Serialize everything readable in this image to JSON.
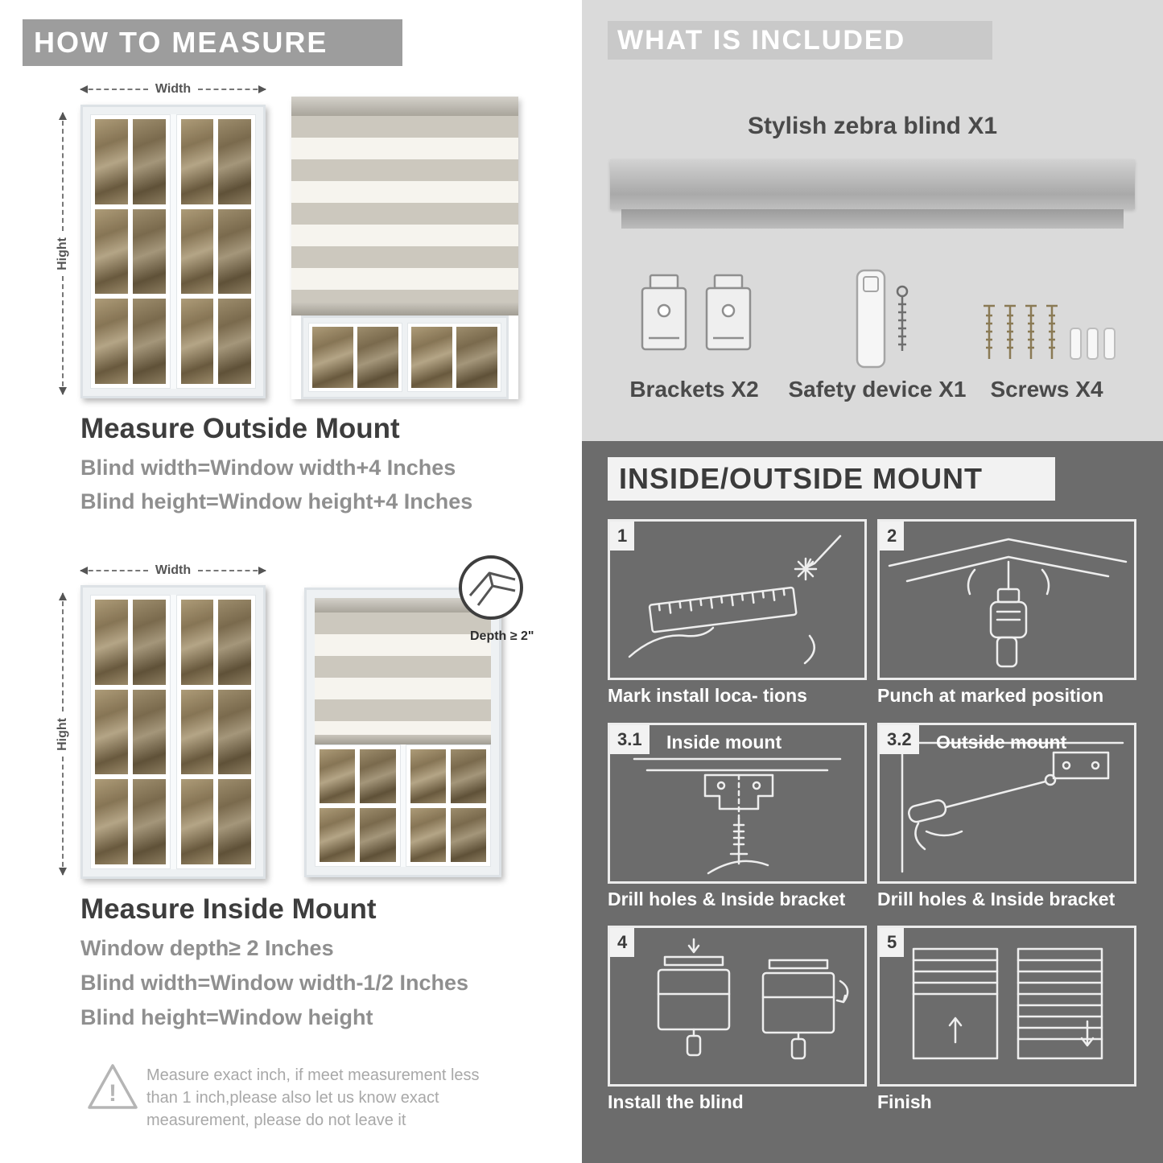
{
  "left": {
    "header": "HOW TO MEASURE",
    "outside": {
      "title": "Measure Outside Mount",
      "line1": "Blind width=Window width+4 Inches",
      "line2": "Blind height=Window height+4 Inches",
      "width_label": "Width",
      "height_label": "Hight"
    },
    "inside": {
      "title": "Measure Inside Mount",
      "line1": "Window depth≥ 2 Inches",
      "line2": "Blind width=Window width-1/2 Inches",
      "line3": "Blind height=Window height",
      "width_label": "Width",
      "height_label": "Hight",
      "depth_label": "Depth ≥ 2\""
    },
    "warning": {
      "line1": "Measure exact inch, if meet measurement less",
      "line2": "than 1 inch,please also let us know exact",
      "line3": "measurement, please do not leave it"
    }
  },
  "right": {
    "included": {
      "header": "WHAT IS INCLUDED",
      "blind_label": "Stylish zebra blind X1",
      "items": [
        {
          "label": "Brackets X2"
        },
        {
          "label": "Safety device X1"
        },
        {
          "label": "Screws X4"
        }
      ]
    },
    "mount": {
      "header": "INSIDE/OUTSIDE MOUNT",
      "steps": [
        {
          "num": "1",
          "title": "",
          "caption": "Mark install loca- tions"
        },
        {
          "num": "2",
          "title": "",
          "caption": "Punch at  marked position"
        },
        {
          "num": "3.1",
          "title": "Inside mount",
          "caption": "Drill holes &  Inside bracket"
        },
        {
          "num": "3.2",
          "title": "Outside mount",
          "caption": "Drill holes &  Inside bracket"
        },
        {
          "num": "4",
          "title": "",
          "caption": "Install the blind"
        },
        {
          "num": "5",
          "title": "",
          "caption": "Finish"
        }
      ]
    }
  }
}
